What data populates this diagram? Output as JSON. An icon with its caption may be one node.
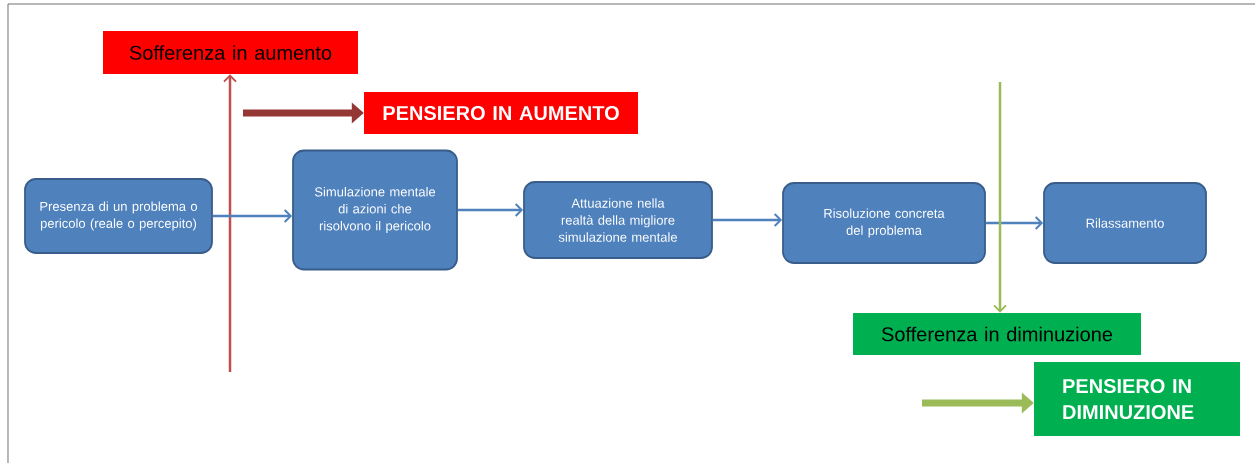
{
  "diagram": {
    "nodes": [
      {
        "text": [
          "Sofferenza in aumento"
        ]
      },
      {
        "text": [
          "PENSIERO IN AUMENTO"
        ]
      },
      {
        "text": [
          "Presenza di un problema o pericolo (reale o percepito)"
        ]
      },
      {
        "text": [
          "Simulazione mentale di azioni che risolvono il pericolo"
        ]
      },
      {
        "text": [
          "Attuazione nella realtà della migliore simulazione mentale"
        ]
      },
      {
        "text": [
          "Risoluzione concreta del problema"
        ]
      },
      {
        "text": [
          "Rilassamento"
        ]
      },
      {
        "text": [
          "Sofferenza in diminuzione"
        ]
      },
      {
        "text": [
          "PENSIERO IN DIMINUZIONE"
        ]
      }
    ],
    "edges": [
      {
        "from": null,
        "to": 0,
        "arrow": "to",
        "color": "#c0504d"
      },
      {
        "from": null,
        "to": 1,
        "arrow": "to",
        "style": "thick",
        "color": "#953735"
      },
      {
        "from": 2,
        "to": 3,
        "arrow": "to"
      },
      {
        "from": 3,
        "to": 4,
        "arrow": "to"
      },
      {
        "from": 4,
        "to": 5,
        "arrow": "to"
      },
      {
        "from": 5,
        "to": 6,
        "arrow": "to"
      },
      {
        "from": null,
        "to": 7,
        "arrow": "to",
        "color": "#9bbb59"
      },
      {
        "from": null,
        "to": 8,
        "arrow": "to",
        "style": "thick",
        "color": "#9bbb59"
      }
    ]
  }
}
